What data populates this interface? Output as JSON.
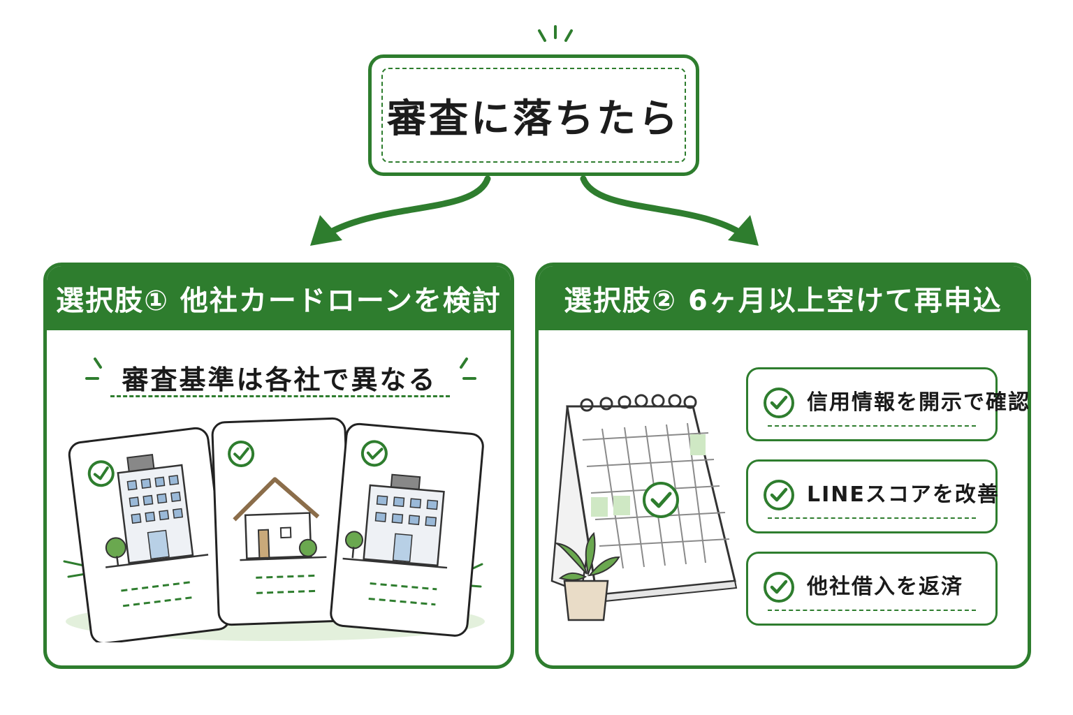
{
  "title": "審査に落ちたら",
  "colors": {
    "accent": "#2e7d2e",
    "light_green": "#cfe8c4",
    "background": "#ffffff"
  },
  "option1": {
    "heading": "選択肢① 他社カードローンを検討",
    "subtitle": "審査基準は各社で異なる",
    "cards": [
      "office-building-icon",
      "house-icon",
      "office-building-icon"
    ]
  },
  "option2": {
    "heading": "選択肢② 6ヶ月以上空けて再申込",
    "checklist": [
      {
        "label": "信用情報を開示で確認",
        "icon": "check-circle-icon"
      },
      {
        "label": "LINEスコアを改善",
        "icon": "check-circle-icon"
      },
      {
        "label": "他社借入を返済",
        "icon": "check-circle-icon"
      }
    ],
    "illustration": "calendar-with-plant"
  }
}
